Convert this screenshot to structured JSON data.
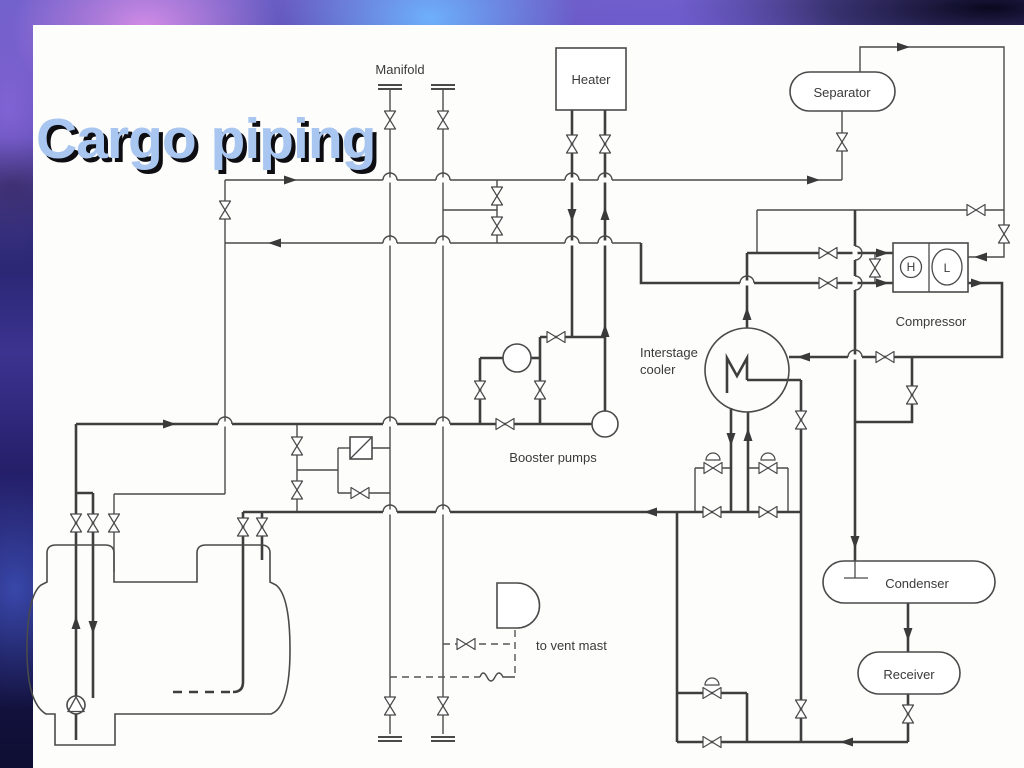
{
  "slide": {
    "title": "Cargo piping"
  },
  "diagram": {
    "labels": {
      "manifold": "Manifold",
      "heater": "Heater",
      "separator": "Separator",
      "gauge_high": "H",
      "gauge_low": "L",
      "compressor": "Compressor",
      "interstage_cooler_line1": "Interstage",
      "interstage_cooler_line2": "cooler",
      "booster_pumps": "Booster pumps",
      "condenser": "Condenser",
      "receiver": "Receiver",
      "to_vent_mast": "to vent mast"
    },
    "colors": {
      "line": "#4a4a4a",
      "title_fill": "#a8c6f0",
      "title_shadow": "#0d0d12",
      "panel_bg": "#fdfdfc"
    }
  }
}
